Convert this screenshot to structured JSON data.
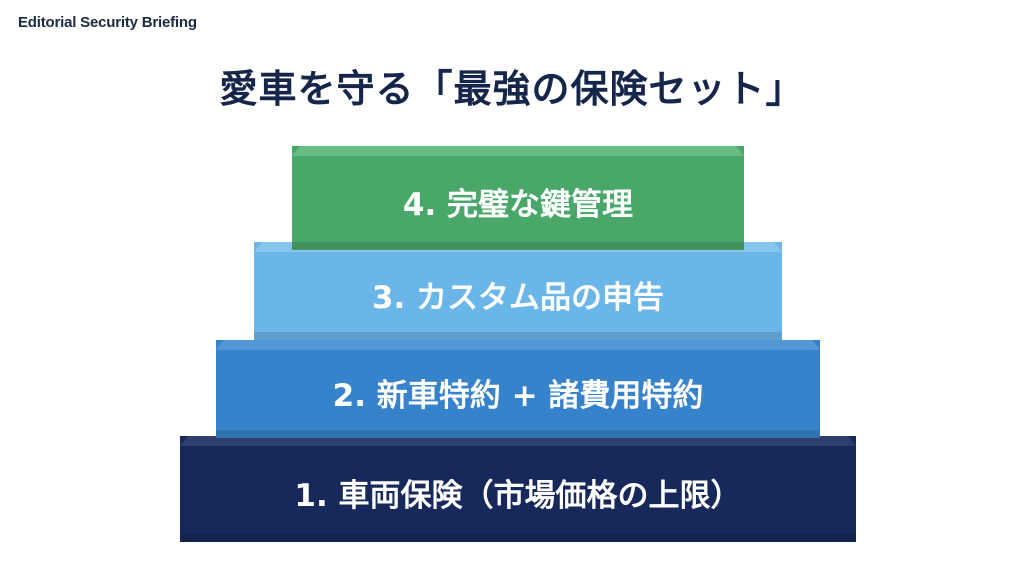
{
  "header": {
    "brand": "Editorial Security Briefing",
    "title": "愛車を守る「最強の保険セット」"
  },
  "pyramid": {
    "tiers": [
      {
        "level": 4,
        "label": "4. 完璧な鍵管理",
        "color": "#49a869"
      },
      {
        "level": 3,
        "label": "3. カスタム品の申告",
        "color": "#6bb6e8"
      },
      {
        "level": 2,
        "label": "2. 新車特約 + 諸費用特約",
        "color": "#3682cb"
      },
      {
        "level": 1,
        "label": "1. 車両保険（市場価格の上限）",
        "color": "#17285a"
      }
    ]
  }
}
